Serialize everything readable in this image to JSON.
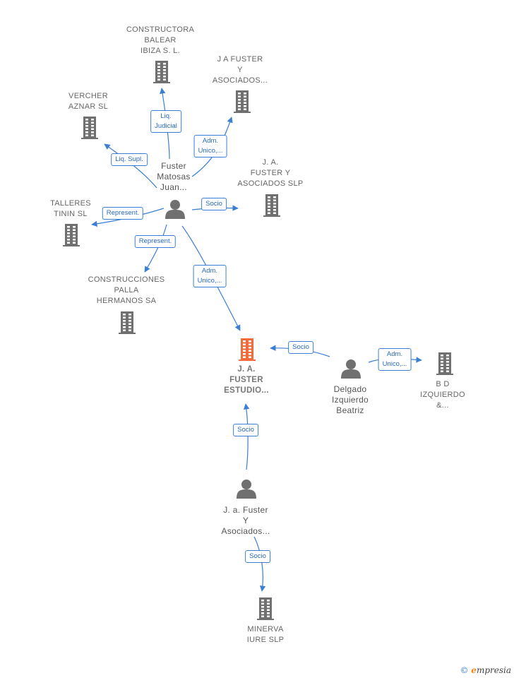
{
  "colors": {
    "edge": "#3a7fd5",
    "building": "#707070",
    "building_focus": "#f26b3a",
    "person": "#707070"
  },
  "nodes": {
    "constructora_balear": {
      "label": [
        "CONSTRUCTORA",
        "BALEAR",
        "IBIZA S. L."
      ],
      "icon": "building-icon"
    },
    "ja_fuster_asociados_top": {
      "label": [
        "J A FUSTER",
        "Y",
        "ASOCIADOS..."
      ],
      "icon": "building-icon"
    },
    "vercher_aznar": {
      "label": [
        "VERCHER",
        "AZNAR  SL"
      ],
      "icon": "building-icon"
    },
    "fuster_matosas": {
      "label": [
        "Fuster",
        "Matosas",
        "Juan..."
      ],
      "icon": "person-icon"
    },
    "ja_fuster_asociados_slp": {
      "label": [
        "J. A.",
        "FUSTER Y",
        "ASOCIADOS SLP"
      ],
      "icon": "building-icon"
    },
    "talleres_tinin": {
      "label": [
        "TALLERES",
        "TININ  SL"
      ],
      "icon": "building-icon"
    },
    "construcciones_palla": {
      "label": [
        "CONSTRUCCIONES",
        "PALLA",
        "HERMANOS SA"
      ],
      "icon": "building-icon"
    },
    "ja_fuster_estudio": {
      "label": [
        "J. A.",
        "FUSTER",
        "ESTUDIO..."
      ],
      "icon": "building-icon"
    },
    "delgado_izquierdo": {
      "label": [
        "Delgado",
        "Izquierdo",
        "Beatriz"
      ],
      "icon": "person-icon"
    },
    "bd_izquierdo": {
      "label": [
        "B D",
        "IZQUIERDO",
        "&..."
      ],
      "icon": "building-icon"
    },
    "ja_fuster_asociados_person": {
      "label": [
        "J. a. Fuster",
        "Y",
        "Asociados..."
      ],
      "icon": "person-icon"
    },
    "minerva_iure": {
      "label": [
        "MINERVA",
        "IURE  SLP"
      ],
      "icon": "building-icon"
    }
  },
  "edges": [
    {
      "from": "fuster_matosas",
      "to": "constructora_balear",
      "label": [
        "Liq.",
        "Judicial"
      ]
    },
    {
      "from": "fuster_matosas",
      "to": "ja_fuster_asociados_top",
      "label": [
        "Adm.",
        "Unico,..."
      ]
    },
    {
      "from": "fuster_matosas",
      "to": "vercher_aznar",
      "label": [
        "Liq.  Supl."
      ]
    },
    {
      "from": "fuster_matosas",
      "to": "ja_fuster_asociados_slp",
      "label": [
        "Socio"
      ]
    },
    {
      "from": "fuster_matosas",
      "to": "talleres_tinin",
      "label": [
        "Represent."
      ]
    },
    {
      "from": "fuster_matosas",
      "to": "construcciones_palla",
      "label": [
        "Represent."
      ]
    },
    {
      "from": "fuster_matosas",
      "to": "ja_fuster_estudio",
      "label": [
        "Adm.",
        "Unico,..."
      ]
    },
    {
      "from": "delgado_izquierdo",
      "to": "ja_fuster_estudio",
      "label": [
        "Socio"
      ]
    },
    {
      "from": "delgado_izquierdo",
      "to": "bd_izquierdo",
      "label": [
        "Adm.",
        "Unico,..."
      ]
    },
    {
      "from": "ja_fuster_asociados_person",
      "to": "ja_fuster_estudio",
      "label": [
        "Socio"
      ]
    },
    {
      "from": "ja_fuster_asociados_person",
      "to": "minerva_iure",
      "label": [
        "Socio"
      ]
    }
  ],
  "footer": {
    "copyright": "©",
    "brand_e": "e",
    "brand_rest": "mpresia"
  }
}
